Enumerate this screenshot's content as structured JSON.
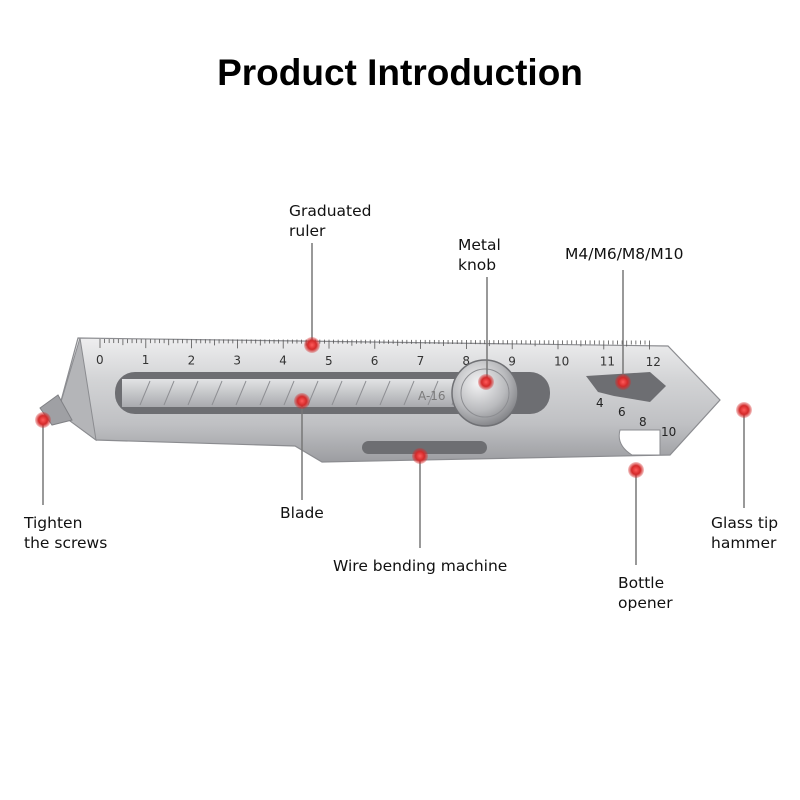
{
  "title": "Product Introduction",
  "product": {
    "ruler_marks": [
      "0",
      "1",
      "2",
      "3",
      "4",
      "5",
      "6",
      "7",
      "8",
      "9",
      "10",
      "11",
      "12"
    ],
    "hex_sizes": [
      "4",
      "6",
      "8",
      "10"
    ],
    "model_text": "A-16"
  },
  "callouts": {
    "graduated_ruler": [
      "Graduated",
      "ruler"
    ],
    "metal_knob": [
      "Metal",
      "knob"
    ],
    "hex_wrench": [
      "M4/M6/M8/M10"
    ],
    "tighten_screws": [
      "Tighten",
      "the screws"
    ],
    "blade": [
      "Blade"
    ],
    "wire_bending": [
      "Wire bending machine"
    ],
    "bottle_opener": [
      "Bottle",
      "opener"
    ],
    "glass_tip": [
      "Glass tip",
      "hammer"
    ]
  },
  "colors": {
    "marker": "#d42a2a",
    "leader": "#777777",
    "steel": "#c8c9cb"
  }
}
